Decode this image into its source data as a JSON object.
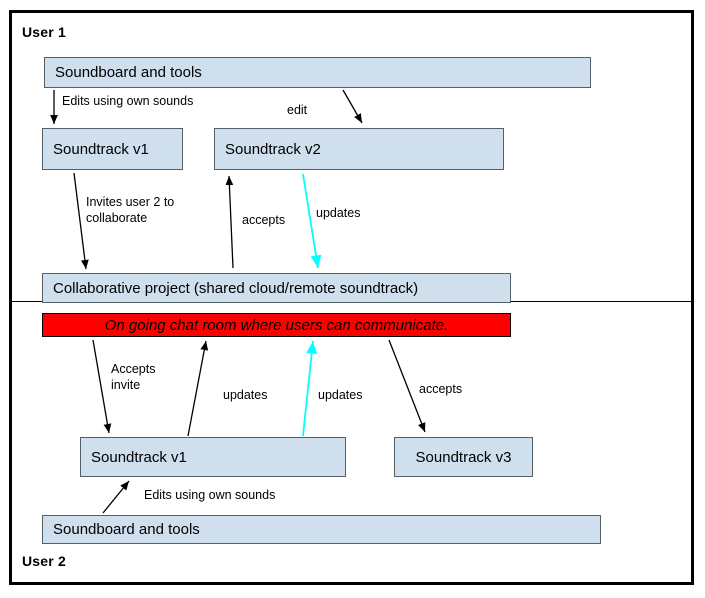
{
  "diagram": {
    "title_regions": {
      "user1": "User 1",
      "user2": "User 2"
    },
    "colors": {
      "node_fill": "#cfdfee",
      "node_border": "#555f66",
      "chat_fill": "#ff0000",
      "arrow_black": "#000000",
      "arrow_cyan": "#00ffff",
      "frame": "#000000"
    },
    "nodes": {
      "top_soundboard": "Soundboard and tools",
      "soundtrack_v1_top": "Soundtrack v1",
      "soundtrack_v2": "Soundtrack v2",
      "collaborative_project": "Collaborative project (shared cloud/remote soundtrack)",
      "chat_room": "On going chat room where users can communicate.",
      "soundtrack_v1_bottom": "Soundtrack v1",
      "soundtrack_v3": "Soundtrack v3",
      "bottom_soundboard": "Soundboard and tools"
    },
    "edge_labels": {
      "edits_own_sounds_top": "Edits using own sounds",
      "edit": "edit",
      "invites_user2": "Invites user 2 to collaborate",
      "accepts_top": "accepts",
      "updates_top": "updates",
      "accepts_invite": "Accepts invite",
      "updates_bottom_left": "updates",
      "updates_bottom_right": "updates",
      "accepts_bottom": "accepts",
      "edits_own_sounds_bottom": "Edits using own sounds"
    }
  }
}
